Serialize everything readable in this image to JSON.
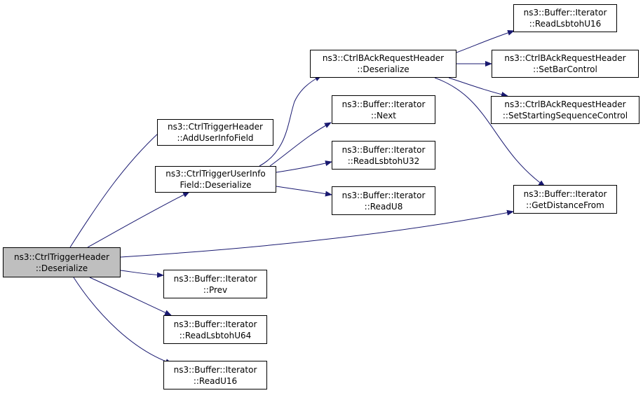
{
  "edge_color": "#191970",
  "root_fill": "#bfbfbf",
  "nodes": {
    "root": {
      "line1": "ns3::CtrlTriggerHeader",
      "line2": "::Deserialize"
    },
    "add_user_info": {
      "line1": "ns3::CtrlTriggerHeader",
      "line2": "::AddUserInfoField"
    },
    "user_info_deser": {
      "line1": "ns3::CtrlTriggerUserInfo",
      "line2": "Field::Deserialize"
    },
    "bar_deser": {
      "line1": "ns3::CtrlBAckRequestHeader",
      "line2": "::Deserialize"
    },
    "read_lsb16": {
      "line1": "ns3::Buffer::Iterator",
      "line2": "::ReadLsbtohU16"
    },
    "set_bar_control": {
      "line1": "ns3::CtrlBAckRequestHeader",
      "line2": "::SetBarControl"
    },
    "set_start_seq": {
      "line1": "ns3::CtrlBAckRequestHeader",
      "line2": "::SetStartingSequenceControl"
    },
    "next": {
      "line1": "ns3::Buffer::Iterator",
      "line2": "::Next"
    },
    "read_lsb32": {
      "line1": "ns3::Buffer::Iterator",
      "line2": "::ReadLsbtohU32"
    },
    "read_u8": {
      "line1": "ns3::Buffer::Iterator",
      "line2": "::ReadU8"
    },
    "get_distance": {
      "line1": "ns3::Buffer::Iterator",
      "line2": "::GetDistanceFrom"
    },
    "prev": {
      "line1": "ns3::Buffer::Iterator",
      "line2": "::Prev"
    },
    "read_lsb64": {
      "line1": "ns3::Buffer::Iterator",
      "line2": "::ReadLsbtohU64"
    },
    "read_u16": {
      "line1": "ns3::Buffer::Iterator",
      "line2": "::ReadU16"
    }
  }
}
